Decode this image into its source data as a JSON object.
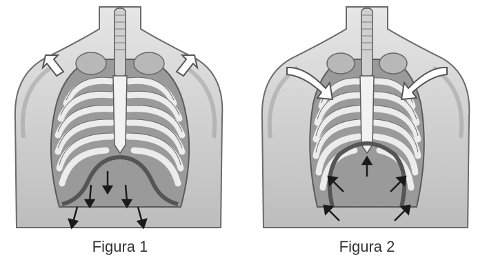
{
  "figures": [
    {
      "caption": "Figura 1",
      "icon": "thorax-inhalation"
    },
    {
      "caption": "Figura 2",
      "icon": "thorax-exhalation"
    }
  ],
  "colors": {
    "outline": "#5a5a5a",
    "skin": "#d9d9d9",
    "bone": "#eeeeee",
    "shadow": "#8c8c8c",
    "diaphragm": "#555555",
    "arrow": "#1a1a1a"
  }
}
